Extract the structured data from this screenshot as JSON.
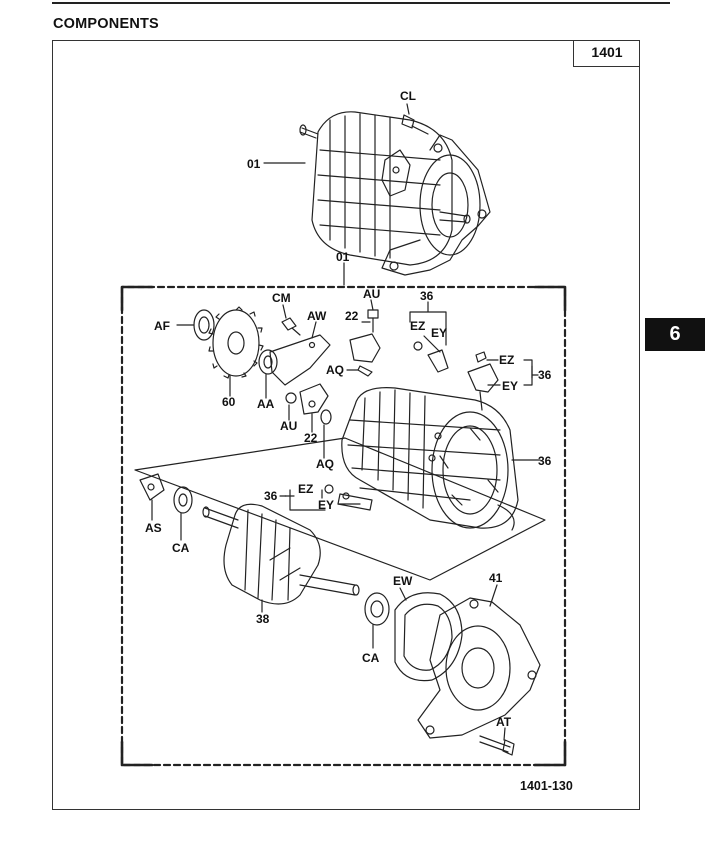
{
  "header": {
    "title": "COMPONENTS"
  },
  "section_ref": "1401",
  "side_tab": "6",
  "figure_ref": "1401-130",
  "callouts": {
    "CL": "CL",
    "01_top": "01",
    "01_group": "01",
    "AU_top": "AU",
    "22_top": "22",
    "AQ_top": "AQ",
    "36_top": "36",
    "EZ_top": "EZ",
    "EY_top": "EY",
    "CM": "CM",
    "AW": "AW",
    "AF": "AF",
    "60": "60",
    "AA": "AA",
    "AU_mid": "AU",
    "22_mid": "22",
    "AQ_mid": "AQ",
    "EZ_right": "EZ",
    "36_right_bracket": "36",
    "EY_right": "EY",
    "36_housing": "36",
    "36_left": "36",
    "EZ_left": "EZ",
    "EY_left": "EY",
    "AS": "AS",
    "CA_left": "CA",
    "38": "38",
    "EW": "EW",
    "41": "41",
    "CA_right": "CA",
    "AT": "AT"
  }
}
